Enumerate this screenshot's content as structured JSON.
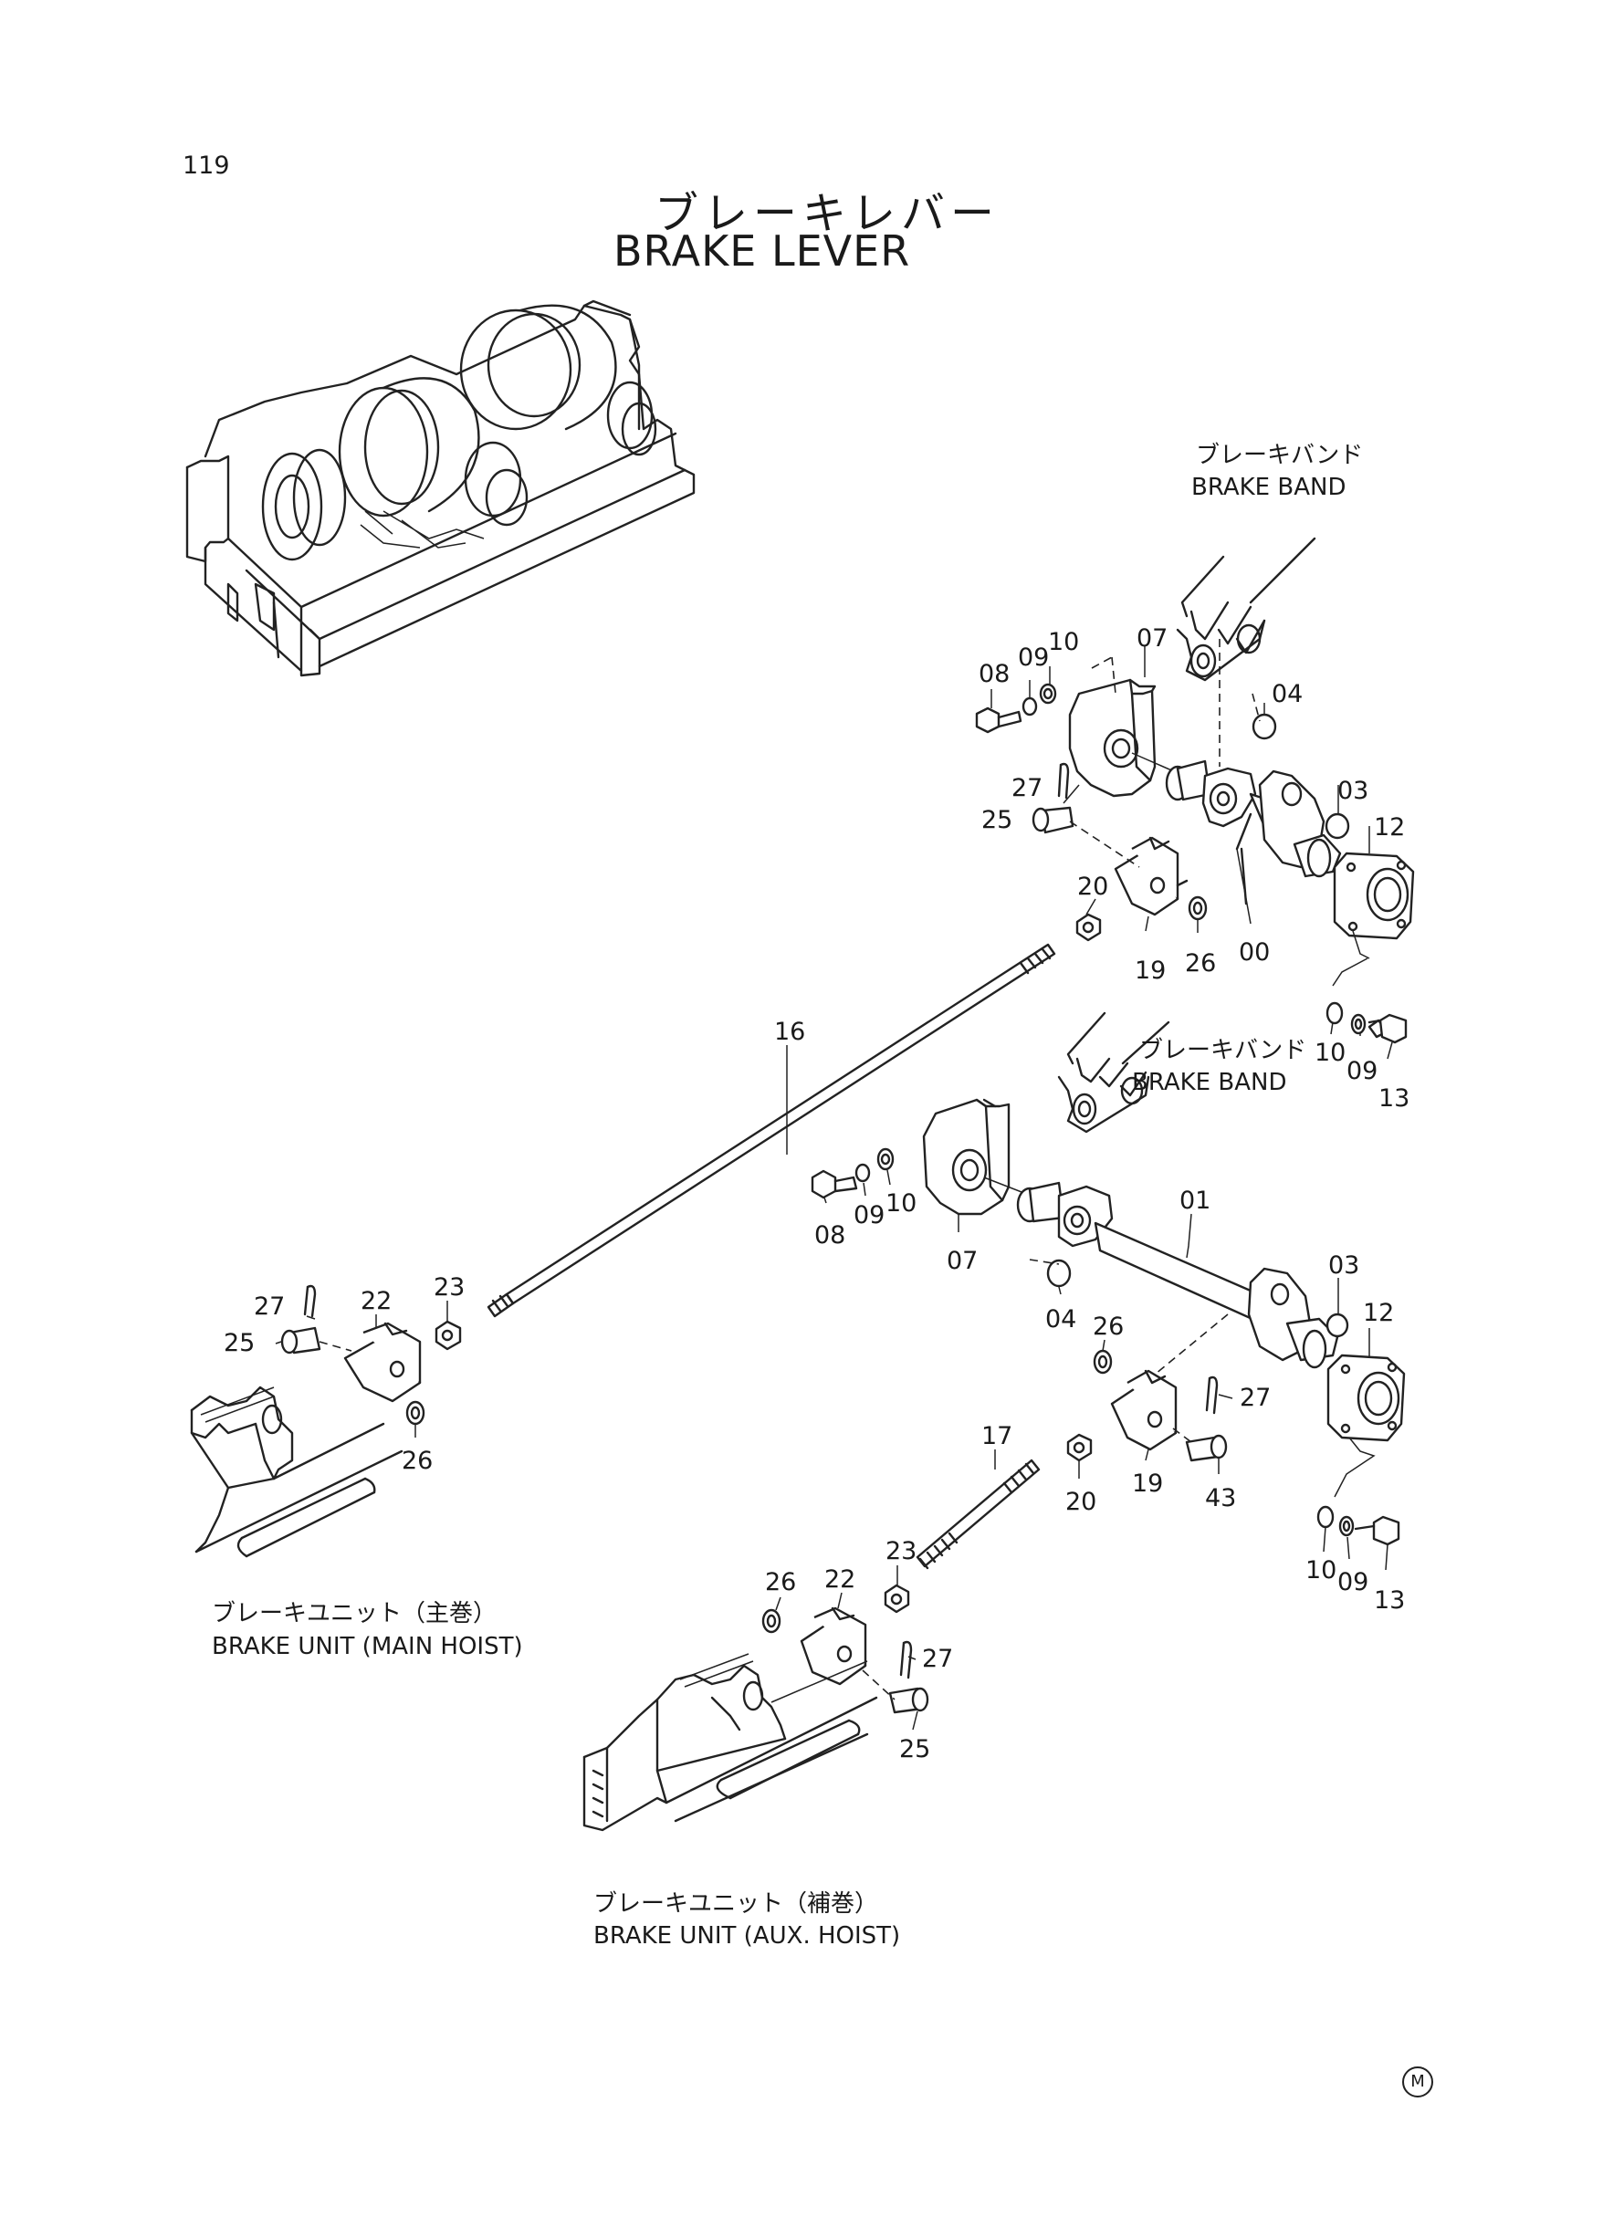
{
  "page_number": "119",
  "title_jp": "ブレーキレバー",
  "title_en": "BRAKE LEVER",
  "callouts": {
    "brake_band_upper": {
      "jp": "ブレーキバンド",
      "en": "BRAKE BAND"
    },
    "brake_band_lower": {
      "jp": "ブレーキバンド",
      "en": "BRAKE BAND"
    },
    "brake_unit_main": {
      "jp": "ブレーキユニット（主巻）",
      "en": "BRAKE UNIT (MAIN HOIST)"
    },
    "brake_unit_aux": {
      "jp": "ブレーキユニット（補巻）",
      "en": "BRAKE UNIT (AUX. HOIST)"
    }
  },
  "part_numbers": {
    "upper_08": "08",
    "upper_09": "09",
    "upper_10": "10",
    "upper_07": "07",
    "upper_04": "04",
    "upper_27": "27",
    "upper_03": "03",
    "upper_12": "12",
    "upper_25": "25",
    "upper_20": "20",
    "upper_19": "19",
    "upper_26": "26",
    "upper_00": "00",
    "upper_16": "16",
    "right_10": "10",
    "right_09": "09",
    "right_13": "13",
    "mid_08": "08",
    "mid_09": "09",
    "mid_10": "10",
    "mid_07": "07",
    "mid_01": "01",
    "mid_04": "04",
    "mid_03": "03",
    "mid_12": "12",
    "mid_26": "26",
    "mid_27": "27",
    "mid_19": "19",
    "mid_43": "43",
    "mid_20": "20",
    "mid_17": "17",
    "left_27": "27",
    "left_22": "22",
    "left_23": "23",
    "left_25": "25",
    "left_26": "26",
    "lower_26": "26",
    "lower_22": "22",
    "lower_23": "23",
    "lower_27": "27",
    "lower_25": "25",
    "lowright_10": "10",
    "lowright_09": "09",
    "lowright_13": "13"
  },
  "manufacturer_mark": "M"
}
